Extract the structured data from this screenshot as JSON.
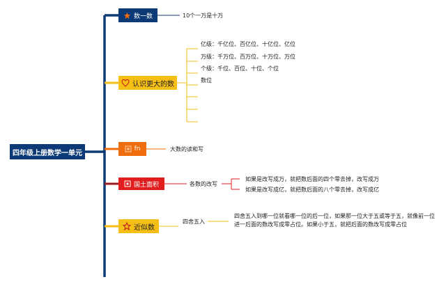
{
  "root": {
    "label": "四年级上册数学一单元"
  },
  "branches": [
    {
      "label": "数一数",
      "icon": "star-icon",
      "color": "#0b3a77",
      "children": [
        "10个一万是十万"
      ]
    },
    {
      "label": "认识更大的数",
      "icon": "heart-icon",
      "color": "#f6bf16",
      "children": [
        "亿级：千亿位、百亿位、十亿位、亿位",
        "万级：千万位、百万位、十万位、万位",
        "个级：千位、百位、十位、个位",
        "数位"
      ]
    },
    {
      "label": "fn",
      "icon": "function-icon",
      "color": "#f06d0d",
      "children": [
        "大数的读和写"
      ]
    },
    {
      "label": "国土面积",
      "icon": "flag-icon",
      "color": "#e01e1e",
      "children": [
        {
          "label": "各数的改写",
          "children": [
            "如果是改写成万，就把数后面的四个零去掉，改写成万",
            "如果是改写成亿，就把数后面的八个零去掉，改写成亿"
          ]
        }
      ]
    },
    {
      "label": "近似数",
      "icon": "star-outline-icon",
      "color": "#f6bf16",
      "children": [
        {
          "label": "四舍五入",
          "children": [
            "四舍五入到哪一位就看哪一位的后一位，如果那一位大于五或等于五，就像前一位进一后面的数改写成零占位。如果小于五，就把后面的数改写成零占位"
          ]
        }
      ]
    }
  ]
}
